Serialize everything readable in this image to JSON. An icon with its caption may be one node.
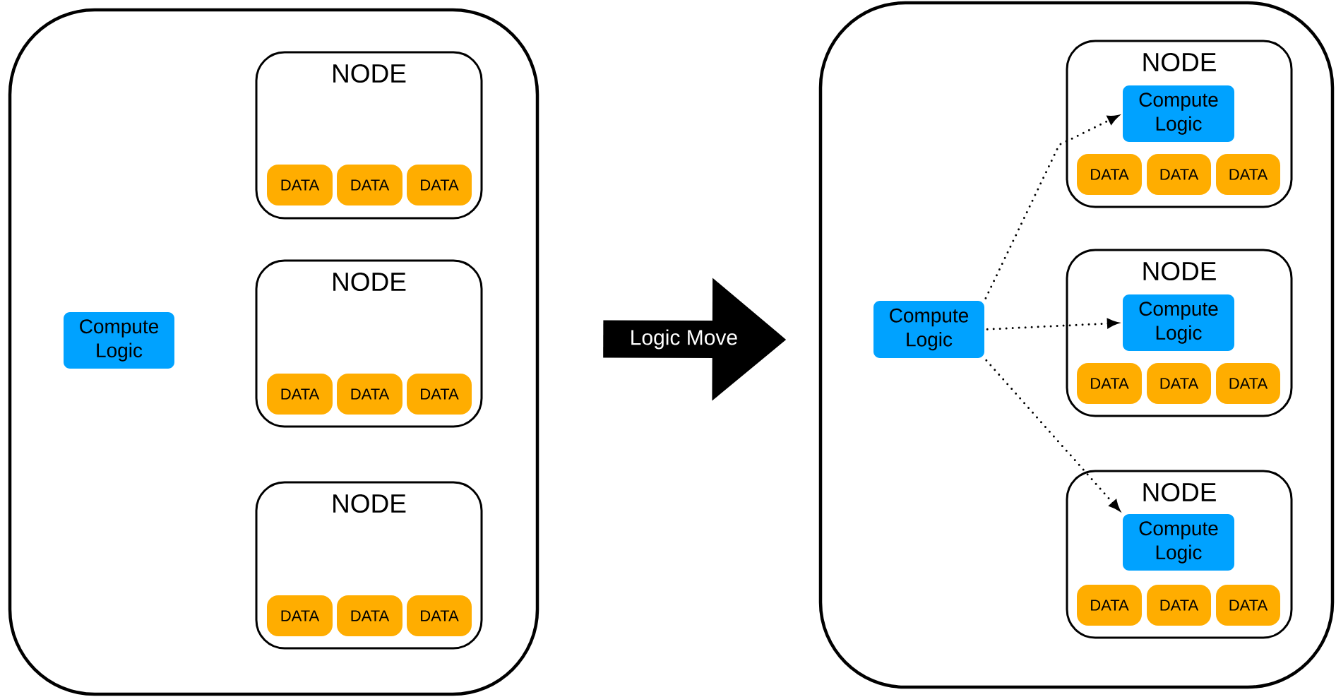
{
  "diagram": {
    "nodes": [
      {
        "text": [],
        "shape": "box"
      },
      {
        "text": [
          "NODE"
        ],
        "in": 0
      },
      {
        "text": [
          "DATA"
        ],
        "in": 1
      },
      {
        "text": [
          "DATA"
        ],
        "in": 1
      },
      {
        "text": [
          "DATA"
        ],
        "in": 1
      },
      {
        "text": [
          "NODE"
        ],
        "in": 0
      },
      {
        "text": [
          "DATA"
        ],
        "in": 5
      },
      {
        "text": [
          "DATA"
        ],
        "in": 5
      },
      {
        "text": [
          "DATA"
        ],
        "in": 5
      },
      {
        "text": [
          "NODE"
        ],
        "in": 0
      },
      {
        "text": [
          "DATA"
        ],
        "in": 9
      },
      {
        "text": [
          "DATA"
        ],
        "in": 9
      },
      {
        "text": [
          "DATA"
        ],
        "in": 9
      },
      {
        "text": [
          "Compute Logic"
        ],
        "in": 0
      },
      {
        "text": [],
        "shape": "box"
      },
      {
        "text": [
          "Compute Logic"
        ],
        "in": 14
      },
      {
        "text": [
          "NODE"
        ],
        "in": 14
      },
      {
        "text": [
          "Compute Logic"
        ],
        "in": 16
      },
      {
        "text": [
          "DATA"
        ],
        "in": 16
      },
      {
        "text": [
          "DATA"
        ],
        "in": 16
      },
      {
        "text": [
          "DATA"
        ],
        "in": 16
      },
      {
        "text": [
          "NODE"
        ],
        "in": 14
      },
      {
        "text": [
          "Compute Logic"
        ],
        "in": 21
      },
      {
        "text": [
          "DATA"
        ],
        "in": 21
      },
      {
        "text": [
          "DATA"
        ],
        "in": 21
      },
      {
        "text": [
          "DATA"
        ],
        "in": 21
      },
      {
        "text": [
          "NODE"
        ],
        "in": 14
      },
      {
        "text": [
          "Compute Logic"
        ],
        "in": 26
      },
      {
        "text": [
          "DATA"
        ],
        "in": 26
      },
      {
        "text": [
          "DATA"
        ],
        "in": 26
      },
      {
        "text": [
          "DATA"
        ],
        "in": 26
      }
    ],
    "edges": [
      {
        "from": 0,
        "to": 14,
        "arrow": "to",
        "style": "thick",
        "label": "Logic Move"
      },
      {
        "from": 15,
        "to": 17,
        "arrow": "to",
        "style": "dashed"
      },
      {
        "from": 15,
        "to": 22,
        "arrow": "to",
        "style": "dashed"
      },
      {
        "from": 15,
        "to": 27,
        "arrow": "to",
        "style": "dashed"
      }
    ]
  }
}
